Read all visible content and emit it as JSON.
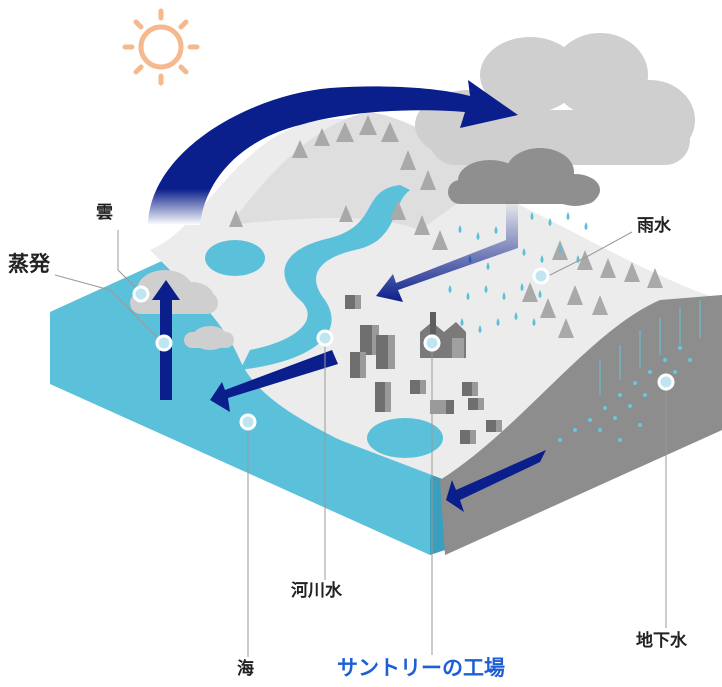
{
  "labels": {
    "cloud": "雲",
    "evaporation": "蒸発",
    "rainwater": "雨水",
    "river_water": "河川水",
    "groundwater": "地下水",
    "sea": "海",
    "factory": "サントリーの工場"
  },
  "colors": {
    "sea": "#5bc0d9",
    "sea_side": "#3a9fbf",
    "land": "#ececec",
    "cloud_light": "#cfcfcf",
    "cloud_dark": "#8f8f8f",
    "arrow": "#0a1e8c",
    "sun": "#f6b98e",
    "marker": "#bfe6f0",
    "factory_label": "#1f5fd6"
  },
  "icons": [
    "sun-icon",
    "cloud-icon",
    "rain-cloud-icon",
    "arrow-icon",
    "marker-icon",
    "tree-icon",
    "building-icon",
    "factory-icon"
  ]
}
